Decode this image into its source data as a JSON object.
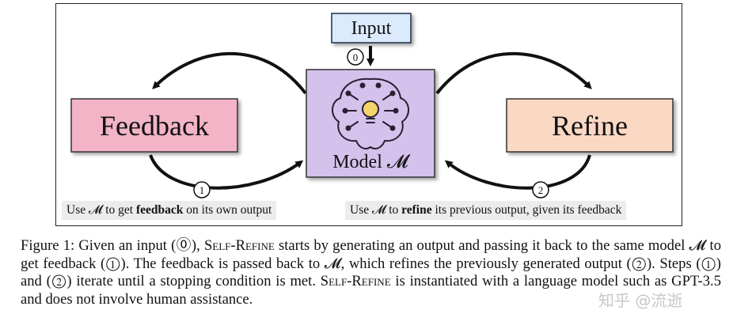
{
  "diagram": {
    "input_label": "Input",
    "feedback_label": "Feedback",
    "refine_label": "Refine",
    "model_label": "Model 𝓜",
    "step0": "0",
    "step1": "1",
    "step2": "2",
    "colors": {
      "input_fill": "#dbeafd",
      "feedback_fill": "#f2b4c6",
      "refine_fill": "#fbd8c4",
      "model_fill": "#d4c2ec",
      "bulb": "#f5d36b"
    },
    "icon": "brain-lightbulb-icon"
  },
  "notes": {
    "left_pre": "Use 𝓜 to get ",
    "left_bold": "feedback",
    "left_post": " on its own output",
    "right_pre": "Use 𝓜 to ",
    "right_bold": "refine",
    "right_post": " its previous output, given its feedback"
  },
  "caption": {
    "part1": "Figure 1: Given an input (⓪), ",
    "sc1": "Self-Refine",
    "part2": " starts by generating an output and passing it back to the same model 𝓜 to get feedback (①). The feedback is passed back to 𝓜, which refines the previously generated output (②). Steps (①) and (②) iterate until a stopping condition is met. ",
    "sc2": "Self-Refine",
    "part3": " is instantiated with a language model such as GPT-3.5 and does not involve human assistance."
  },
  "watermark": "知乎 @流逝"
}
